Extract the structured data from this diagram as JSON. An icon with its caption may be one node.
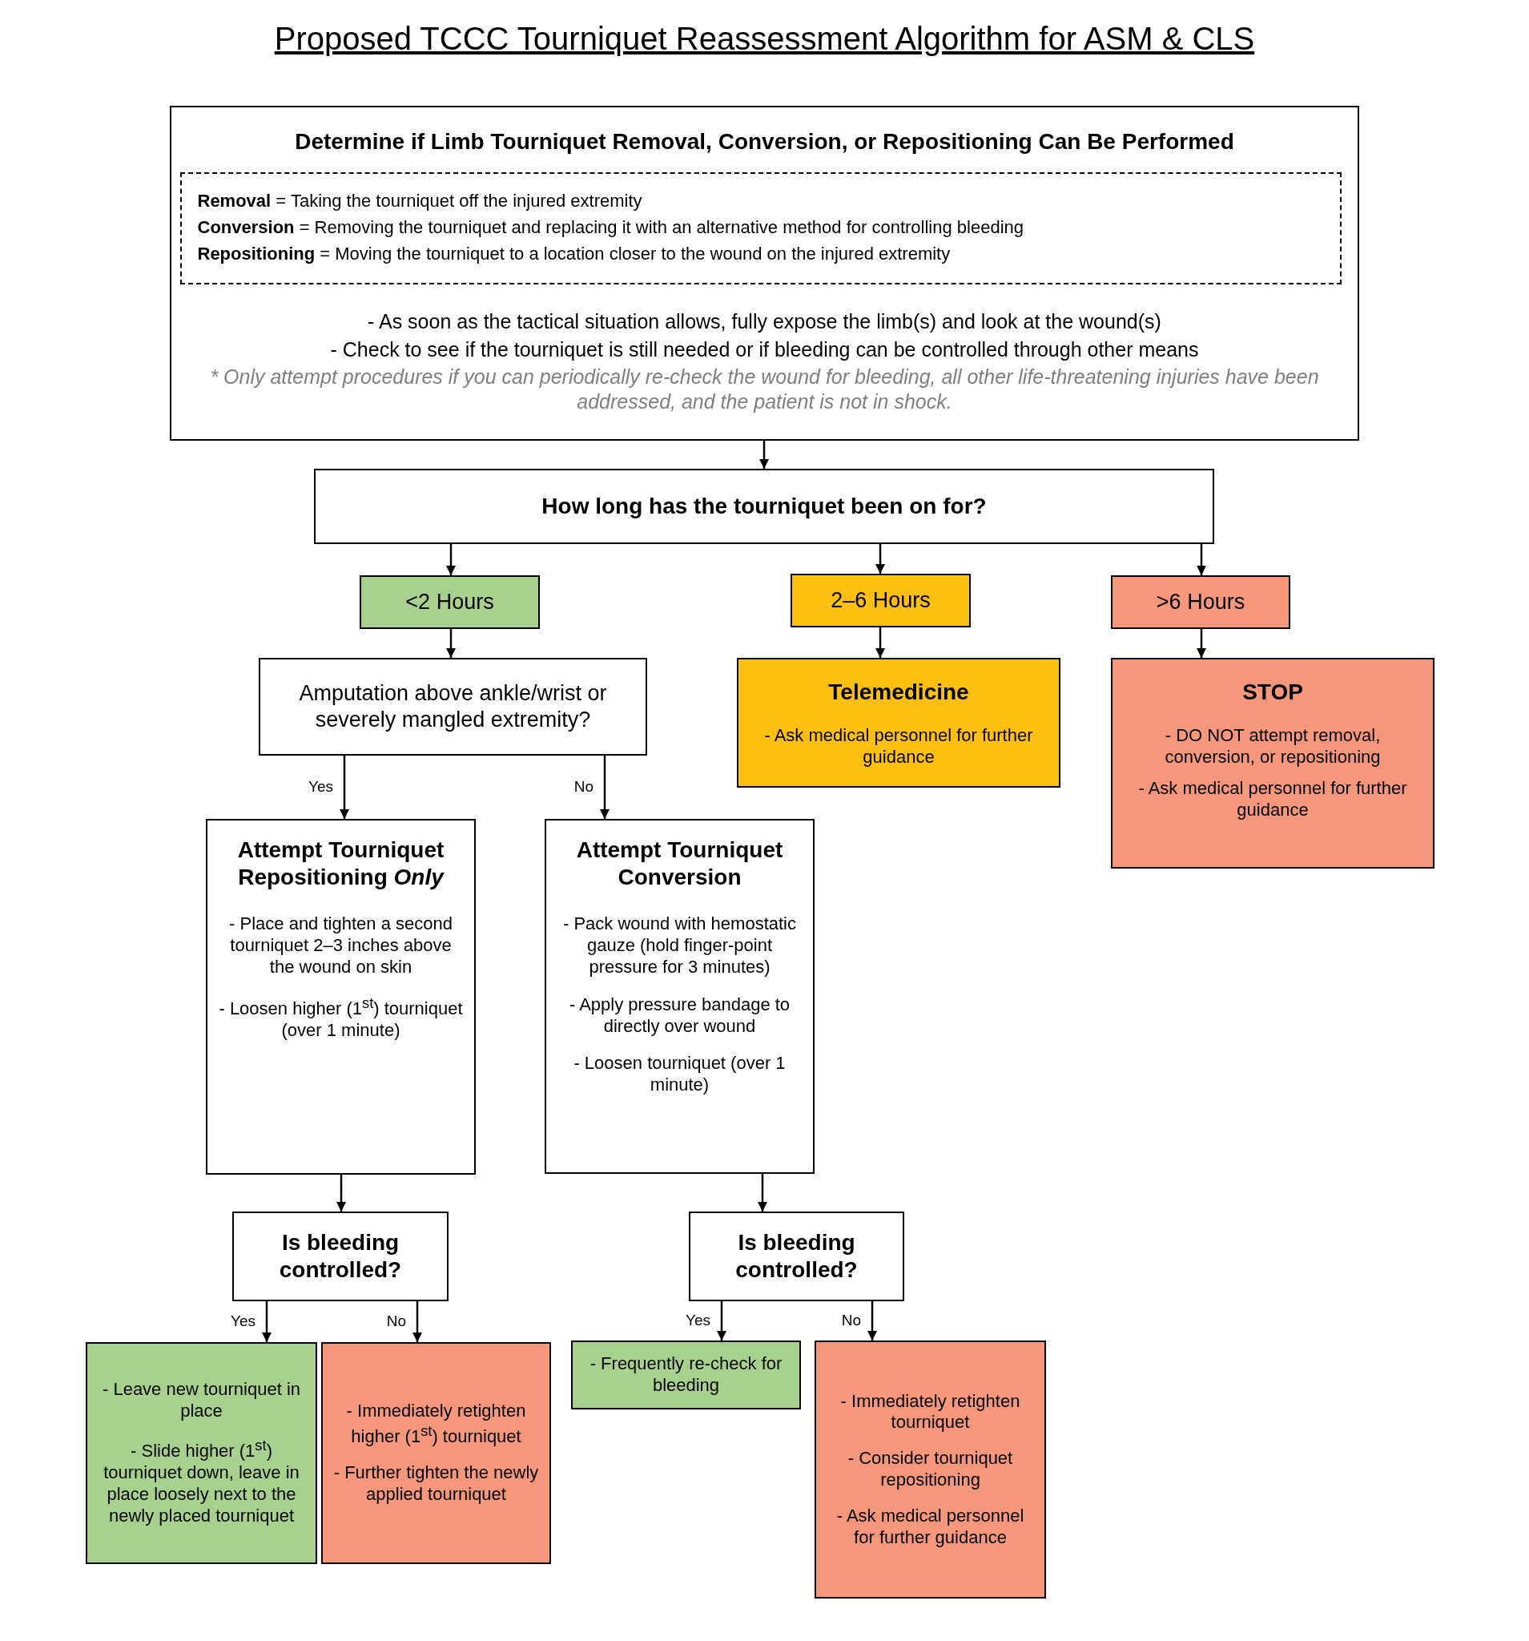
{
  "diagram": {
    "title": "Proposed TCCC Tourniquet Reassessment Algorithm for ASM & CLS",
    "nodes": [
      {
        "text": [
          "Determine if Limb Tourniquet Removal, Conversion, or Repositioning Can Be Performed",
          "- As soon as the tactical situation allows, fully expose the limb(s) and look at the wound(s)",
          "- Check to see if the tourniquet is still needed or if bleeding can be controlled through other means",
          "* Only attempt procedures if you can periodically re-check the wound for bleeding, all other life-threatening injuries have been addressed, and the patient is not in shock."
        ]
      },
      {
        "text": [
          "**Removal** = Taking the tourniquet off the injured extremity",
          "**Conversion** = Removing the tourniquet and replacing it with an alternative method for controlling bleeding",
          "**Repositioning** = Moving the tourniquet to a location closer to the wound on the injured extremity"
        ],
        "in": 0
      },
      {
        "text": [
          "How long has the tourniquet been on for?"
        ]
      },
      {
        "text": [
          "<2 Hours"
        ]
      },
      {
        "text": [
          "2–6 Hours"
        ]
      },
      {
        "text": [
          ">6 Hours"
        ]
      },
      {
        "text": [
          "Amputation above ankle/wrist or severely mangled extremity?"
        ]
      },
      {
        "text": [
          "Telemedicine",
          "- Ask medical personnel for further guidance"
        ]
      },
      {
        "text": [
          "STOP",
          "- DO NOT attempt removal, conversion, or repositioning",
          "- Ask medical personnel for further guidance"
        ]
      },
      {
        "text": [
          "Attempt Tourniquet Repositioning *Only*",
          "- Place and tighten a second tourniquet 2–3 inches above the wound on skin",
          "- Loosen higher (1$^{st}$) tourniquet (over 1 minute)"
        ]
      },
      {
        "text": [
          "Attempt Tourniquet Conversion",
          "- Pack wound with hemostatic gauze (hold finger-point pressure for 3 minutes)",
          "- Apply pressure bandage to directly over wound",
          "- Loosen tourniquet (over 1 minute)"
        ]
      },
      {
        "text": [
          "Is bleeding controlled?"
        ]
      },
      {
        "text": [
          "Is bleeding controlled?"
        ]
      },
      {
        "text": [
          "- Leave new tourniquet in place",
          "- Slide higher (1$^{st}$) tourniquet down, leave in place loosely next to the newly placed tourniquet"
        ]
      },
      {
        "text": [
          "- Immediately retighten higher (1$^{st}$) tourniquet",
          "- Further tighten the newly applied tourniquet"
        ]
      },
      {
        "text": [
          "- Frequently re-check for bleeding"
        ]
      },
      {
        "text": [
          "- Immediately retighten tourniquet",
          "- Consider tourniquet repositioning",
          "- Ask medical personnel for further guidance"
        ]
      }
    ],
    "edges": [
      {
        "from": 0,
        "to": 2,
        "arrow": "to"
      },
      {
        "from": 2,
        "to": 3,
        "arrow": "to"
      },
      {
        "from": 2,
        "to": 4,
        "arrow": "to"
      },
      {
        "from": 2,
        "to": 5,
        "arrow": "to"
      },
      {
        "from": 3,
        "to": 6,
        "arrow": "to"
      },
      {
        "from": 4,
        "to": 7,
        "arrow": "to"
      },
      {
        "from": 5,
        "to": 8,
        "arrow": "to"
      },
      {
        "from": 6,
        "to": 9,
        "arrow": "to",
        "label": "Yes"
      },
      {
        "from": 6,
        "to": 10,
        "arrow": "to",
        "label": "No"
      },
      {
        "from": 9,
        "to": 11,
        "arrow": "to"
      },
      {
        "from": 10,
        "to": 12,
        "arrow": "to"
      },
      {
        "from": 11,
        "to": 13,
        "arrow": "to",
        "label": "Yes"
      },
      {
        "from": 11,
        "to": 14,
        "arrow": "to",
        "label": "No"
      },
      {
        "from": 12,
        "to": 15,
        "arrow": "to",
        "label": "Yes"
      },
      {
        "from": 12,
        "to": 16,
        "arrow": "to",
        "label": "No"
      }
    ]
  }
}
